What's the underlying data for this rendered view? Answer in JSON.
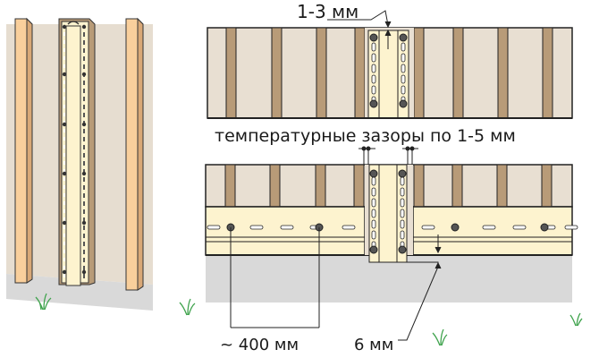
{
  "labels": {
    "gap_top": "1-3 мм",
    "thermal_gaps": "температурные зазоры по 1-5 мм",
    "spacing": "~ 400 мм",
    "gap_bottom": "6 мм"
  },
  "colors": {
    "wall": "#e6ddd0",
    "batten": "#b89b78",
    "panel": "#e8dfd2",
    "profile": "#fdf3cf",
    "post": "#f9cf9c",
    "ground": "#d9d9d9",
    "grass": "#4caf50"
  }
}
